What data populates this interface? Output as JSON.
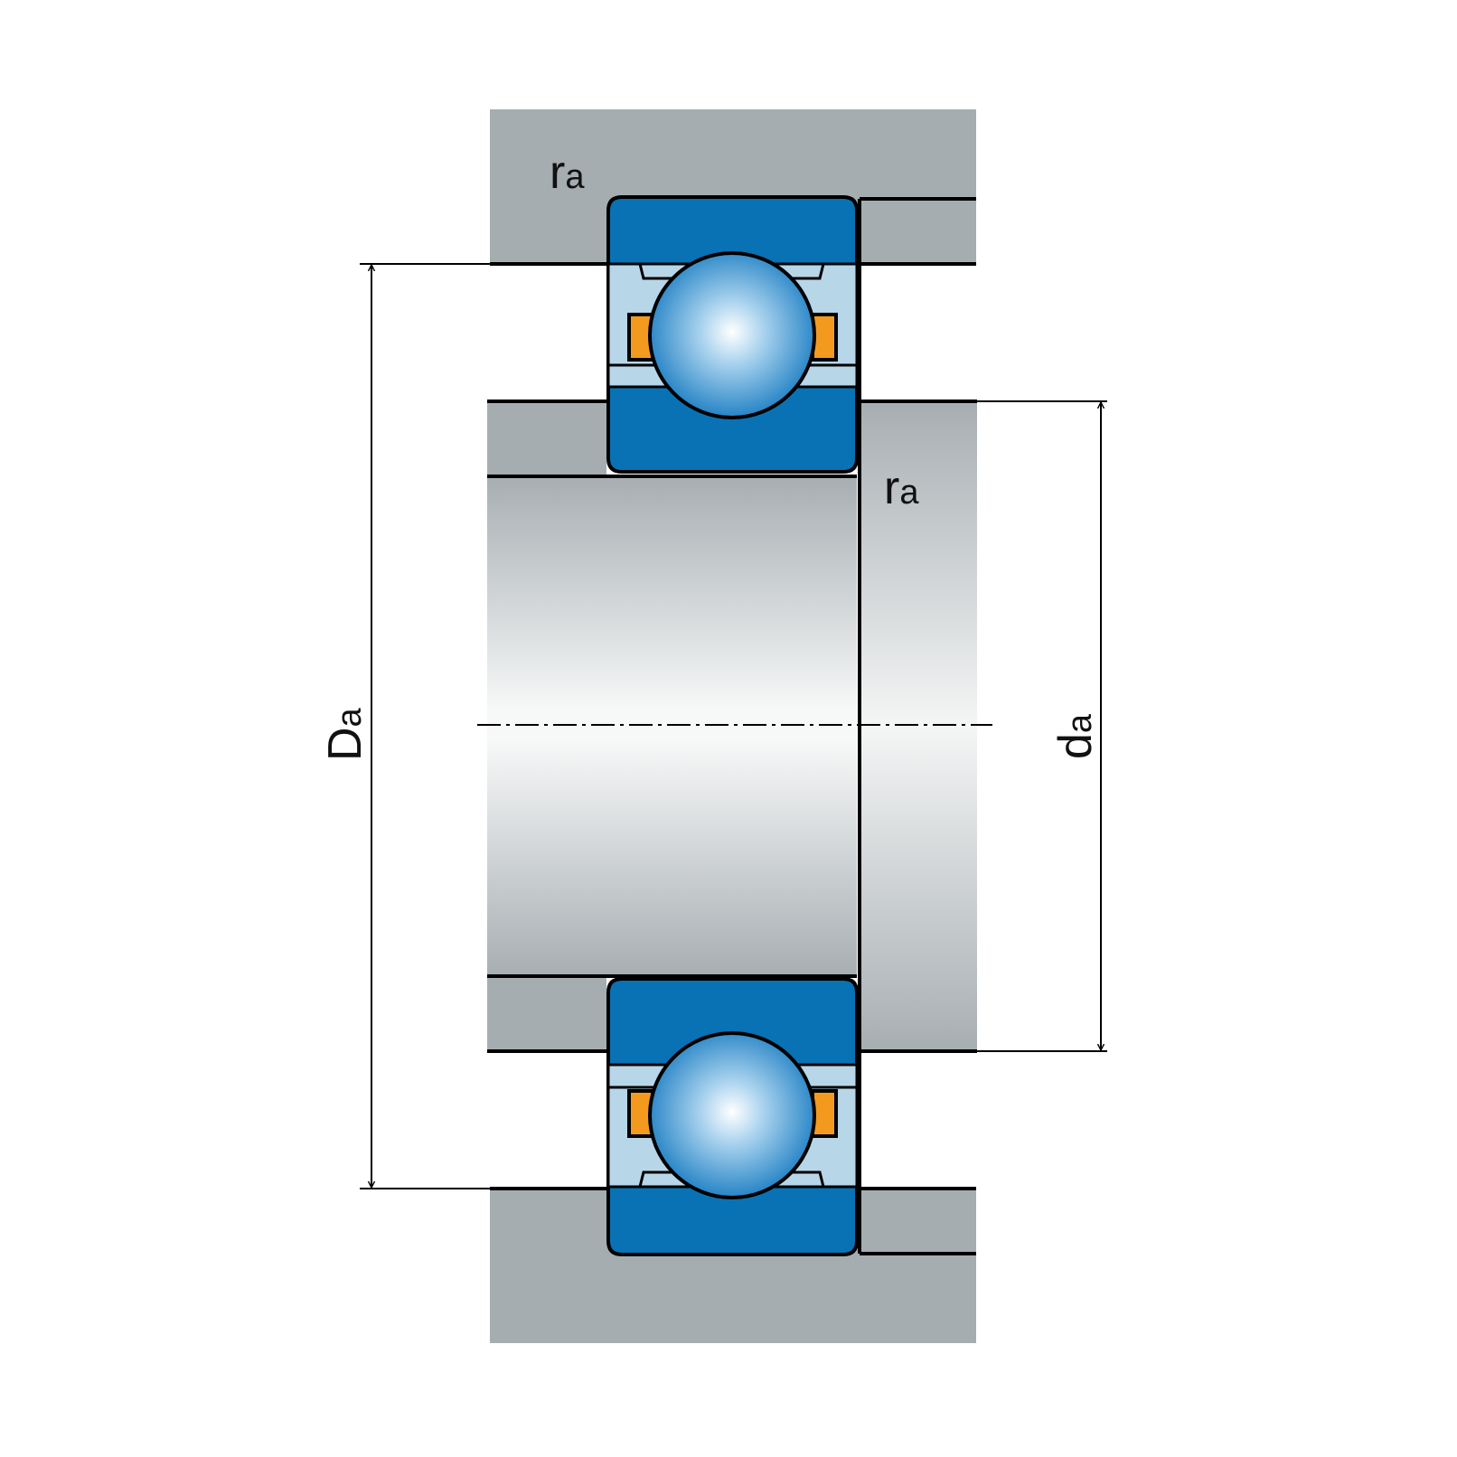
{
  "labels": {
    "ra_top": {
      "main": "r",
      "sub": "a"
    },
    "ra_mid": {
      "main": "r",
      "sub": "a"
    },
    "Da": {
      "main": "D",
      "sub": "a"
    },
    "da": {
      "main": "d",
      "sub": "a"
    }
  },
  "colors": {
    "housing": "#a6adb1",
    "ring_blue": "#0872b4",
    "cage_light": "#b7d6e8",
    "seal_orange": "#f39a1e",
    "ball_center": "#ffffff",
    "ball_edge": "#1a7dc2",
    "outline": "#000000"
  }
}
